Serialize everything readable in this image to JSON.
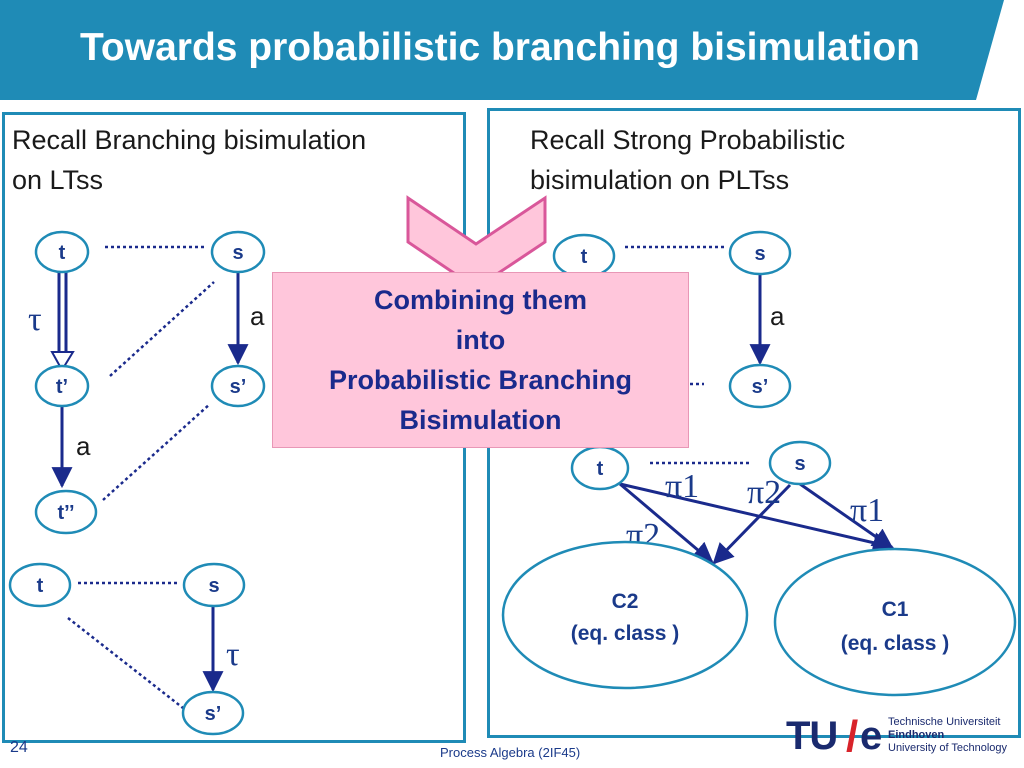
{
  "title": "Towards probabilistic branching bisimulation",
  "left_heading": [
    "Recall Branching bisimulation",
    "on LTss"
  ],
  "right_heading": [
    "Recall Strong Probabilistic",
    "bisimulation on PLTss"
  ],
  "callout_lines": [
    "Combining them",
    "into",
    "Probabilistic Branching",
    "Bisimulation"
  ],
  "nodes": {
    "t": "t",
    "s": "s",
    "t_prime": "t’",
    "s_prime": "s’",
    "t_dprime": "t’’"
  },
  "edge_labels": {
    "tau": "τ",
    "a": "a",
    "pi1": "π1",
    "pi2": "π2"
  },
  "classes": {
    "c2": [
      "C2",
      "(eq. class )"
    ],
    "c1": [
      "C1",
      "(eq. class )"
    ]
  },
  "footer": {
    "page_number": "24",
    "course": "Process Algebra (2IF45)"
  },
  "logo": {
    "mark": "TU",
    "slash": "/",
    "e": "e",
    "lines": [
      "Technische Universiteit",
      "Eindhoven",
      "University of Technology"
    ]
  },
  "colors": {
    "title_bar": "#1f8bb6",
    "accent_dark": "#1a2a6e",
    "callout_bg": "#ffc6db",
    "logo_red": "#d8232a"
  }
}
